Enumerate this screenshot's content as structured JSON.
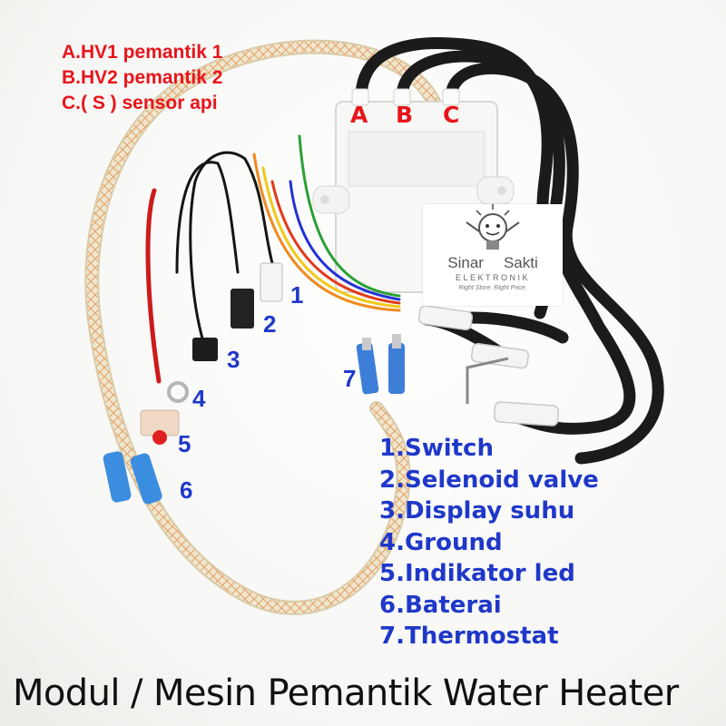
{
  "legend_top": [
    "A.HV1 pemantik 1",
    "B.HV2 pemantik 2",
    "C.( S ) sensor api"
  ],
  "outputs": [
    "A",
    "B",
    "C"
  ],
  "connector_numbers": [
    "1",
    "2",
    "3",
    "4",
    "5",
    "6",
    "7"
  ],
  "legend_bottom": [
    "1.Switch",
    "2.Selenoid valve",
    "3.Display suhu",
    "4.Ground",
    "5.Indikator led",
    "6.Baterai",
    "7.Thermostat"
  ],
  "logo": {
    "name_left": "Sinar",
    "name_right": "Sakti",
    "sub": "ELEKTRONIK",
    "tagline": "Right Store. Right Price."
  },
  "caption": "Modul / Mesin Pemantik Water Heater",
  "colors": {
    "label_red": "#e8141b",
    "label_blue": "#1f38c9",
    "cable_black": "#1b1b1b",
    "sleeve_tan": "#eadfc4"
  }
}
